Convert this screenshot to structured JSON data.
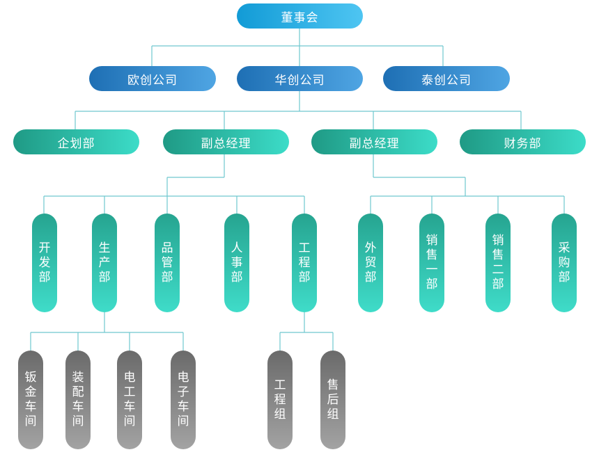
{
  "chart": {
    "root": "董事会",
    "companies": [
      "欧创公司",
      "华创公司",
      "泰创公司"
    ],
    "departments": [
      "企划部",
      "副总经理",
      "副总经理",
      "财务部"
    ],
    "groupA": [
      "开发部",
      "生产部",
      "品管部",
      "人事部",
      "工程部"
    ],
    "groupB": [
      "外贸部",
      "销售一部",
      "销售二部",
      "采购部"
    ],
    "production_workshops": [
      "钣金车间",
      "装配车间",
      "电工车间",
      "电子车间"
    ],
    "engineering_groups": [
      "工程组",
      "售后组"
    ]
  },
  "colors": {
    "connector": "#6fc7cf",
    "root": "#1ea5e0",
    "company": "#2f86cc",
    "department": "#2ebca6",
    "subunit": "#2bb8a3",
    "workshop": "#8a8a8a"
  }
}
